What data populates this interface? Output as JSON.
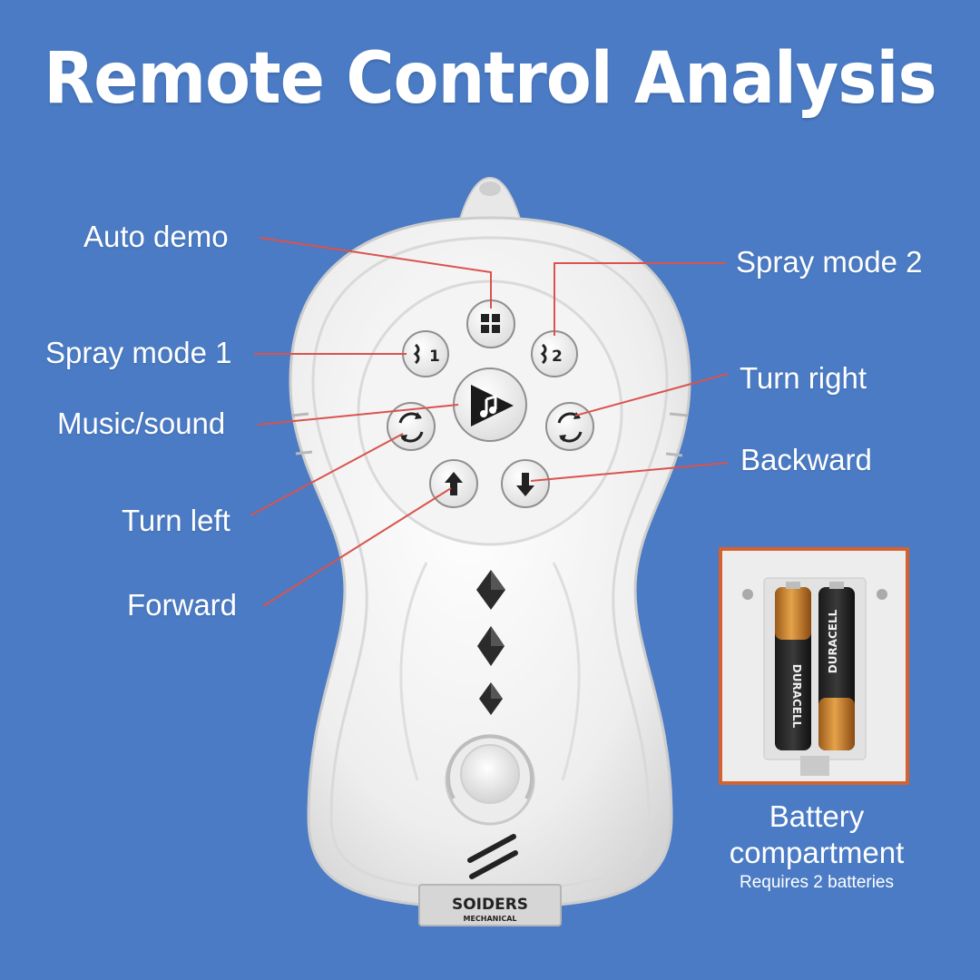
{
  "title": "Remote Control Analysis",
  "labels": {
    "auto_demo": "Auto demo",
    "spray_mode_2": "Spray mode 2",
    "spray_mode_1": "Spray mode 1",
    "turn_right": "Turn right",
    "music_sound": "Music/sound",
    "backward": "Backward",
    "turn_left": "Turn left",
    "forward": "Forward"
  },
  "battery": {
    "title_line1": "Battery",
    "title_line2": "compartment",
    "subtitle": "Requires 2 batteries",
    "brand_text": "DURACELL"
  },
  "remote": {
    "brand": "SOIDERS",
    "sub_brand": "MECHANICAL",
    "spray1_icon_text": "1",
    "spray2_icon_text": "2"
  },
  "colors": {
    "background": "#4a7bc4",
    "leader_line": "#d9534f",
    "frame": "#d4622f"
  }
}
